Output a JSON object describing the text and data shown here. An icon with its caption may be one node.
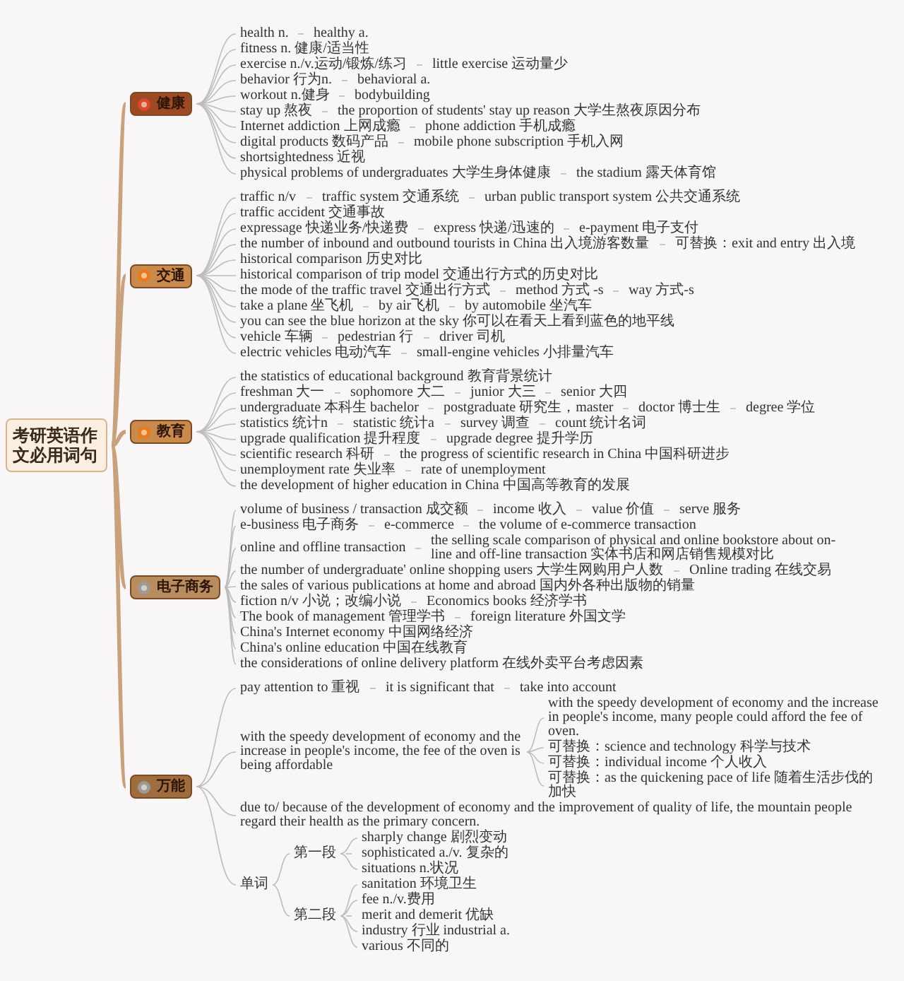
{
  "diagram": {
    "nodes": [
      {
        "text": [
          "考研英语作文必用词句"
        ]
      },
      {
        "text": [
          "健康"
        ]
      },
      {
        "text": [
          "health n."
        ]
      },
      {
        "text": [
          "healthy a."
        ]
      },
      {
        "text": [
          "fitness n. 健康/适当性"
        ]
      },
      {
        "text": [
          "exercise n./v.运动/锻炼/练习"
        ]
      },
      {
        "text": [
          "little exercise 运动量少"
        ]
      },
      {
        "text": [
          "behavior 行为n."
        ]
      },
      {
        "text": [
          "behavioral a."
        ]
      },
      {
        "text": [
          "workout n.健身"
        ]
      },
      {
        "text": [
          "bodybuilding"
        ]
      },
      {
        "text": [
          "stay up 熬夜"
        ]
      },
      {
        "text": [
          "the proportion of students' stay up reason 大学生熬夜原因分布"
        ]
      },
      {
        "text": [
          "Internet addiction 上网成瘾"
        ]
      },
      {
        "text": [
          "phone addiction 手机成瘾"
        ]
      },
      {
        "text": [
          "digital products 数码产品"
        ]
      },
      {
        "text": [
          "mobile phone subscription 手机入网"
        ]
      },
      {
        "text": [
          "shortsightedness 近视"
        ]
      },
      {
        "text": [
          "physical problems of undergraduates 大学生身体健康"
        ]
      },
      {
        "text": [
          "the stadium 露天体育馆"
        ]
      },
      {
        "text": [
          "交通"
        ]
      },
      {
        "text": [
          "traffic n/v"
        ]
      },
      {
        "text": [
          "traffic system 交通系统"
        ]
      },
      {
        "text": [
          "urban public transport system 公共交通系统"
        ]
      },
      {
        "text": [
          "traffic accident 交通事故"
        ]
      },
      {
        "text": [
          "expressage 快递业务/快递费"
        ]
      },
      {
        "text": [
          "express 快递/迅速的"
        ]
      },
      {
        "text": [
          "e-payment 电子支付"
        ]
      },
      {
        "text": [
          "the number of inbound and outbound tourists in China 出入境游客数量"
        ]
      },
      {
        "text": [
          "可替换：exit and entry 出入境"
        ]
      },
      {
        "text": [
          "historical comparison 历史对比"
        ]
      },
      {
        "text": [
          "historical comparison of trip model 交通出行方式的历史对比"
        ]
      },
      {
        "text": [
          "the mode of the traffic travel 交通出行方式"
        ]
      },
      {
        "text": [
          "method 方式 -s"
        ]
      },
      {
        "text": [
          "way 方式-s"
        ]
      },
      {
        "text": [
          "take a plane 坐飞机"
        ]
      },
      {
        "text": [
          "by air飞机"
        ]
      },
      {
        "text": [
          "by automobile 坐汽车"
        ]
      },
      {
        "text": [
          "you can see the blue horizon at the sky 你可以在看天上看到蓝色的地平线"
        ]
      },
      {
        "text": [
          "vehicle 车辆"
        ]
      },
      {
        "text": [
          "pedestrian 行"
        ]
      },
      {
        "text": [
          "driver 司机"
        ]
      },
      {
        "text": [
          "electric vehicles 电动汽车"
        ]
      },
      {
        "text": [
          "small-engine vehicles 小排量汽车"
        ]
      },
      {
        "text": [
          "教育"
        ]
      },
      {
        "text": [
          "the statistics of educational background 教育背景统计"
        ]
      },
      {
        "text": [
          "freshman 大一"
        ]
      },
      {
        "text": [
          "sophomore 大二"
        ]
      },
      {
        "text": [
          "junior 大三"
        ]
      },
      {
        "text": [
          "senior 大四"
        ]
      },
      {
        "text": [
          "undergraduate 本科生 bachelor"
        ]
      },
      {
        "text": [
          "postgraduate 研究生，master"
        ]
      },
      {
        "text": [
          "doctor 博士生"
        ]
      },
      {
        "text": [
          "degree 学位"
        ]
      },
      {
        "text": [
          "statistics 统计n"
        ]
      },
      {
        "text": [
          "statistic 统计a"
        ]
      },
      {
        "text": [
          "survey 调查"
        ]
      },
      {
        "text": [
          "count 统计名词"
        ]
      },
      {
        "text": [
          "upgrade qualification 提升程度"
        ]
      },
      {
        "text": [
          "upgrade degree 提升学历"
        ]
      },
      {
        "text": [
          "scientific research 科研"
        ]
      },
      {
        "text": [
          "the progress of scientific research in China 中国科研进步"
        ]
      },
      {
        "text": [
          "unemployment rate 失业率"
        ]
      },
      {
        "text": [
          "rate of unemployment"
        ]
      },
      {
        "text": [
          "the development of higher education in China 中国高等教育的发展"
        ]
      },
      {
        "text": [
          "电子商务"
        ]
      },
      {
        "text": [
          "volume of business / transaction 成交额"
        ]
      },
      {
        "text": [
          "income 收入"
        ]
      },
      {
        "text": [
          "value 价值"
        ]
      },
      {
        "text": [
          "serve 服务"
        ]
      },
      {
        "text": [
          "e-business 电子商务"
        ]
      },
      {
        "text": [
          "e-commerce"
        ]
      },
      {
        "text": [
          "the volume of e-commerce transaction"
        ]
      },
      {
        "text": [
          "online and offline transaction"
        ]
      },
      {
        "text": [
          "the selling scale comparison of physical and online bookstore about on-line and off-line transaction 实体书店和网店销售规模对比"
        ]
      },
      {
        "text": [
          "the number of undergraduate' online shopping users 大学生网购用户人数"
        ]
      },
      {
        "text": [
          "Online trading 在线交易"
        ]
      },
      {
        "text": [
          "the sales of various publications at home and abroad 国内外各种出版物的销量"
        ]
      },
      {
        "text": [
          "fiction n/v 小说；改编小说"
        ]
      },
      {
        "text": [
          "Economics books 经济学书"
        ]
      },
      {
        "text": [
          "The book of management 管理学书"
        ]
      },
      {
        "text": [
          "foreign literature 外国文学"
        ]
      },
      {
        "text": [
          "China's Internet economy 中国网络经济"
        ]
      },
      {
        "text": [
          "China's online education 中国在线教育"
        ]
      },
      {
        "text": [
          "the considerations of online delivery platform 在线外卖平台考虑因素"
        ]
      },
      {
        "text": [
          "万能"
        ]
      },
      {
        "text": [
          "pay attention to 重视"
        ]
      },
      {
        "text": [
          "it is significant that"
        ]
      },
      {
        "text": [
          "take into account"
        ]
      },
      {
        "text": [
          "with the speedy development of economy and the increase in people's income, the fee of the oven is being affordable"
        ]
      },
      {
        "text": [
          "with the speedy development of economy and the increase in people's income, many people could afford the fee of oven."
        ]
      },
      {
        "text": [
          "可替换：science and technology 科学与技术"
        ]
      },
      {
        "text": [
          "可替换：individual income 个人收入"
        ]
      },
      {
        "text": [
          "可替换：as the quickening pace of life 随着生活步伐的加快"
        ]
      },
      {
        "text": [
          "due to/ because of the development of economy and the improvement of quality of life, the mountain people regard their health as the primary concern."
        ]
      },
      {
        "text": [
          "单词"
        ]
      },
      {
        "text": [
          "第一段"
        ]
      },
      {
        "text": [
          "sharply change 剧烈变动"
        ]
      },
      {
        "text": [
          "sophisticated a./v. 复杂的"
        ]
      },
      {
        "text": [
          "situations n.状况"
        ]
      },
      {
        "text": [
          "第二段"
        ]
      },
      {
        "text": [
          "sanitation 环境卫生"
        ]
      },
      {
        "text": [
          "fee n./v.费用"
        ]
      },
      {
        "text": [
          "merit and demerit 优缺"
        ]
      },
      {
        "text": [
          "industry 行业 industrial a."
        ]
      },
      {
        "text": [
          "various 不同的"
        ]
      }
    ],
    "edges": [
      {
        "from": 0,
        "to": 1,
        "arrow": "none",
        "style": "thick",
        "color": "#c9a27c"
      },
      {
        "from": 1,
        "to": 2,
        "arrow": "none"
      },
      {
        "from": 2,
        "to": 3,
        "arrow": "none"
      },
      {
        "from": 1,
        "to": 4,
        "arrow": "none"
      },
      {
        "from": 1,
        "to": 5,
        "arrow": "none"
      },
      {
        "from": 5,
        "to": 6,
        "arrow": "none"
      },
      {
        "from": 1,
        "to": 7,
        "arrow": "none"
      },
      {
        "from": 7,
        "to": 8,
        "arrow": "none"
      },
      {
        "from": 1,
        "to": 9,
        "arrow": "none"
      },
      {
        "from": 9,
        "to": 10,
        "arrow": "none"
      },
      {
        "from": 1,
        "to": 11,
        "arrow": "none"
      },
      {
        "from": 11,
        "to": 12,
        "arrow": "none"
      },
      {
        "from": 1,
        "to": 13,
        "arrow": "none"
      },
      {
        "from": 13,
        "to": 14,
        "arrow": "none"
      },
      {
        "from": 1,
        "to": 15,
        "arrow": "none"
      },
      {
        "from": 15,
        "to": 16,
        "arrow": "none"
      },
      {
        "from": 1,
        "to": 17,
        "arrow": "none"
      },
      {
        "from": 1,
        "to": 18,
        "arrow": "none"
      },
      {
        "from": 18,
        "to": 19,
        "arrow": "none"
      },
      {
        "from": 0,
        "to": 20,
        "arrow": "none",
        "style": "thick",
        "color": "#c9a27c"
      },
      {
        "from": 20,
        "to": 21,
        "arrow": "none"
      },
      {
        "from": 21,
        "to": 22,
        "arrow": "none"
      },
      {
        "from": 22,
        "to": 23,
        "arrow": "none"
      },
      {
        "from": 20,
        "to": 24,
        "arrow": "none"
      },
      {
        "from": 20,
        "to": 25,
        "arrow": "none"
      },
      {
        "from": 25,
        "to": 26,
        "arrow": "none"
      },
      {
        "from": 26,
        "to": 27,
        "arrow": "none"
      },
      {
        "from": 20,
        "to": 28,
        "arrow": "none"
      },
      {
        "from": 28,
        "to": 29,
        "arrow": "none"
      },
      {
        "from": 20,
        "to": 30,
        "arrow": "none"
      },
      {
        "from": 20,
        "to": 31,
        "arrow": "none"
      },
      {
        "from": 20,
        "to": 32,
        "arrow": "none"
      },
      {
        "from": 32,
        "to": 33,
        "arrow": "none"
      },
      {
        "from": 33,
        "to": 34,
        "arrow": "none"
      },
      {
        "from": 20,
        "to": 35,
        "arrow": "none"
      },
      {
        "from": 35,
        "to": 36,
        "arrow": "none"
      },
      {
        "from": 36,
        "to": 37,
        "arrow": "none"
      },
      {
        "from": 20,
        "to": 38,
        "arrow": "none"
      },
      {
        "from": 20,
        "to": 39,
        "arrow": "none"
      },
      {
        "from": 39,
        "to": 40,
        "arrow": "none"
      },
      {
        "from": 40,
        "to": 41,
        "arrow": "none"
      },
      {
        "from": 20,
        "to": 42,
        "arrow": "none"
      },
      {
        "from": 42,
        "to": 43,
        "arrow": "none"
      },
      {
        "from": 0,
        "to": 44,
        "arrow": "none",
        "style": "thick",
        "color": "#c9a27c"
      },
      {
        "from": 44,
        "to": 45,
        "arrow": "none"
      },
      {
        "from": 44,
        "to": 46,
        "arrow": "none"
      },
      {
        "from": 46,
        "to": 47,
        "arrow": "none"
      },
      {
        "from": 47,
        "to": 48,
        "arrow": "none"
      },
      {
        "from": 48,
        "to": 49,
        "arrow": "none"
      },
      {
        "from": 44,
        "to": 50,
        "arrow": "none"
      },
      {
        "from": 50,
        "to": 51,
        "arrow": "none"
      },
      {
        "from": 51,
        "to": 52,
        "arrow": "none"
      },
      {
        "from": 52,
        "to": 53,
        "arrow": "none"
      },
      {
        "from": 44,
        "to": 54,
        "arrow": "none"
      },
      {
        "from": 54,
        "to": 55,
        "arrow": "none"
      },
      {
        "from": 55,
        "to": 56,
        "arrow": "none"
      },
      {
        "from": 56,
        "to": 57,
        "arrow": "none"
      },
      {
        "from": 44,
        "to": 58,
        "arrow": "none"
      },
      {
        "from": 58,
        "to": 59,
        "arrow": "none"
      },
      {
        "from": 44,
        "to": 60,
        "arrow": "none"
      },
      {
        "from": 60,
        "to": 61,
        "arrow": "none"
      },
      {
        "from": 44,
        "to": 62,
        "arrow": "none"
      },
      {
        "from": 62,
        "to": 63,
        "arrow": "none"
      },
      {
        "from": 44,
        "to": 64,
        "arrow": "none"
      },
      {
        "from": 0,
        "to": 65,
        "arrow": "none",
        "style": "thick",
        "color": "#c9a27c"
      },
      {
        "from": 65,
        "to": 66,
        "arrow": "none"
      },
      {
        "from": 66,
        "to": 67,
        "arrow": "none"
      },
      {
        "from": 67,
        "to": 68,
        "arrow": "none"
      },
      {
        "from": 68,
        "to": 69,
        "arrow": "none"
      },
      {
        "from": 65,
        "to": 70,
        "arrow": "none"
      },
      {
        "from": 70,
        "to": 71,
        "arrow": "none"
      },
      {
        "from": 71,
        "to": 72,
        "arrow": "none"
      },
      {
        "from": 65,
        "to": 73,
        "arrow": "none"
      },
      {
        "from": 73,
        "to": 74,
        "arrow": "none"
      },
      {
        "from": 65,
        "to": 75,
        "arrow": "none"
      },
      {
        "from": 75,
        "to": 76,
        "arrow": "none"
      },
      {
        "from": 65,
        "to": 77,
        "arrow": "none"
      },
      {
        "from": 65,
        "to": 78,
        "arrow": "none"
      },
      {
        "from": 78,
        "to": 79,
        "arrow": "none"
      },
      {
        "from": 65,
        "to": 80,
        "arrow": "none"
      },
      {
        "from": 80,
        "to": 81,
        "arrow": "none"
      },
      {
        "from": 65,
        "to": 82,
        "arrow": "none"
      },
      {
        "from": 65,
        "to": 83,
        "arrow": "none"
      },
      {
        "from": 65,
        "to": 84,
        "arrow": "none"
      },
      {
        "from": 0,
        "to": 85,
        "arrow": "none",
        "style": "thick",
        "color": "#c9a27c"
      },
      {
        "from": 85,
        "to": 86,
        "arrow": "none"
      },
      {
        "from": 86,
        "to": 87,
        "arrow": "none"
      },
      {
        "from": 87,
        "to": 88,
        "arrow": "none"
      },
      {
        "from": 85,
        "to": 89,
        "arrow": "none"
      },
      {
        "from": 89,
        "to": 90,
        "arrow": "none"
      },
      {
        "from": 89,
        "to": 91,
        "arrow": "none"
      },
      {
        "from": 89,
        "to": 92,
        "arrow": "none"
      },
      {
        "from": 89,
        "to": 93,
        "arrow": "none"
      },
      {
        "from": 85,
        "to": 94,
        "arrow": "none"
      },
      {
        "from": 85,
        "to": 95,
        "arrow": "none"
      },
      {
        "from": 95,
        "to": 96,
        "arrow": "none"
      },
      {
        "from": 96,
        "to": 97,
        "arrow": "none"
      },
      {
        "from": 96,
        "to": 98,
        "arrow": "none"
      },
      {
        "from": 96,
        "to": 99,
        "arrow": "none"
      },
      {
        "from": 95,
        "to": 100,
        "arrow": "none"
      },
      {
        "from": 100,
        "to": 101,
        "arrow": "none"
      },
      {
        "from": 100,
        "to": 102,
        "arrow": "none"
      },
      {
        "from": 100,
        "to": 103,
        "arrow": "none"
      },
      {
        "from": 100,
        "to": 104,
        "arrow": "none"
      },
      {
        "from": 100,
        "to": 105,
        "arrow": "none"
      }
    ]
  }
}
